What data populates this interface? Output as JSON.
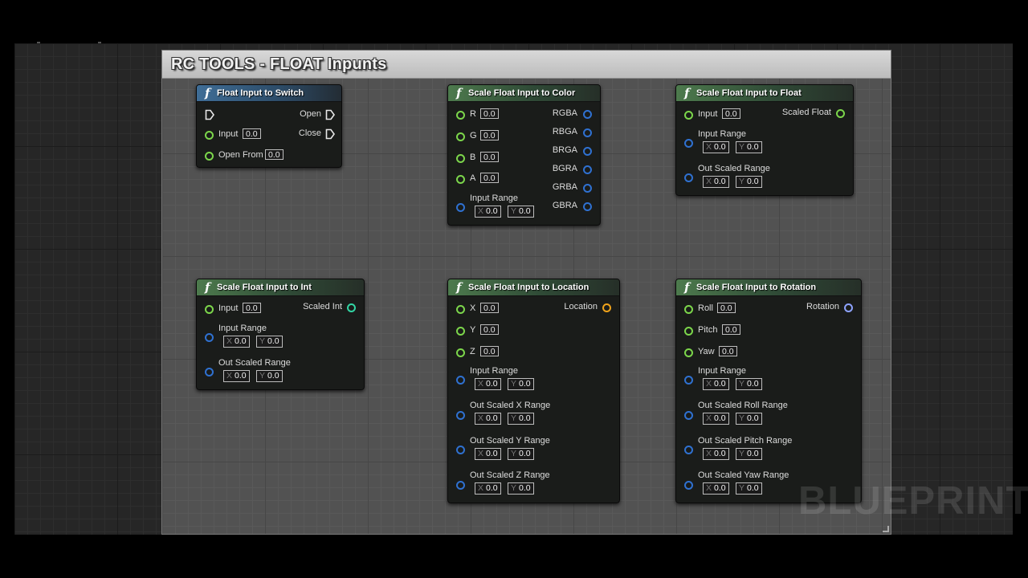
{
  "comment": {
    "title": "RC TOOLS - FLOAT Inpunts"
  },
  "watermark": "BLUEPRINT",
  "colors": {
    "float_pin": "#7cd64b",
    "struct_pin": "#2f71d1",
    "vector_pin": "#f0a31a",
    "int_pin": "#32d6a4",
    "rotator_pin": "#8ea3ff"
  },
  "nodes": {
    "switch": {
      "title": "Float Input to Switch",
      "inputs": {
        "input_label": "Input",
        "input_value": "0.0",
        "open_from_label": "Open From",
        "open_from_value": "0.0"
      },
      "outputs": {
        "open": "Open",
        "close": "Close"
      }
    },
    "color": {
      "title": "Scale Float Input to Color",
      "inputs": [
        {
          "label": "R",
          "value": "0.0"
        },
        {
          "label": "G",
          "value": "0.0"
        },
        {
          "label": "B",
          "value": "0.0"
        },
        {
          "label": "A",
          "value": "0.0"
        }
      ],
      "range": {
        "label": "Input Range",
        "x_axis": "X",
        "x_value": "0.0",
        "y_axis": "Y",
        "y_value": "0.0"
      },
      "outputs": [
        "RGBA",
        "RBGA",
        "BRGA",
        "BGRA",
        "GRBA",
        "GBRA"
      ]
    },
    "float": {
      "title": "Scale Float Input to Float",
      "input_label": "Input",
      "input_value": "0.0",
      "output": "Scaled Float",
      "range": {
        "label": "Input Range",
        "x_axis": "X",
        "x_value": "0.0",
        "y_axis": "Y",
        "y_value": "0.0"
      },
      "out_range": {
        "label": "Out Scaled Range",
        "x_axis": "X",
        "x_value": "0.0",
        "y_axis": "Y",
        "y_value": "0.0"
      }
    },
    "int": {
      "title": "Scale Float Input to Int",
      "input_label": "Input",
      "input_value": "0.0",
      "output": "Scaled Int",
      "range": {
        "label": "Input Range",
        "x_axis": "X",
        "x_value": "0.0",
        "y_axis": "Y",
        "y_value": "0.0"
      },
      "out_range": {
        "label": "Out Scaled Range",
        "x_axis": "X",
        "x_value": "0.0",
        "y_axis": "Y",
        "y_value": "0.0"
      }
    },
    "location": {
      "title": "Scale Float Input to Location",
      "inputs": [
        {
          "label": "X",
          "value": "0.0"
        },
        {
          "label": "Y",
          "value": "0.0"
        },
        {
          "label": "Z",
          "value": "0.0"
        }
      ],
      "output": "Location",
      "ranges": [
        {
          "label": "Input Range",
          "x_axis": "X",
          "x_value": "0.0",
          "y_axis": "Y",
          "y_value": "0.0"
        },
        {
          "label": "Out Scaled X Range",
          "x_axis": "X",
          "x_value": "0.0",
          "y_axis": "Y",
          "y_value": "0.0"
        },
        {
          "label": "Out Scaled Y Range",
          "x_axis": "X",
          "x_value": "0.0",
          "y_axis": "Y",
          "y_value": "0.0"
        },
        {
          "label": "Out Scaled Z Range",
          "x_axis": "X",
          "x_value": "0.0",
          "y_axis": "Y",
          "y_value": "0.0"
        }
      ]
    },
    "rotation": {
      "title": "Scale Float Input to Rotation",
      "inputs": [
        {
          "label": "Roll",
          "value": "0.0"
        },
        {
          "label": "Pitch",
          "value": "0.0"
        },
        {
          "label": "Yaw",
          "value": "0.0"
        }
      ],
      "output": "Rotation",
      "ranges": [
        {
          "label": "Input Range",
          "x_axis": "X",
          "x_value": "0.0",
          "y_axis": "Y",
          "y_value": "0.0"
        },
        {
          "label": "Out Scaled Roll Range",
          "x_axis": "X",
          "x_value": "0.0",
          "y_axis": "Y",
          "y_value": "0.0"
        },
        {
          "label": "Out Scaled Pitch Range",
          "x_axis": "X",
          "x_value": "0.0",
          "y_axis": "Y",
          "y_value": "0.0"
        },
        {
          "label": "Out Scaled Yaw Range",
          "x_axis": "X",
          "x_value": "0.0",
          "y_axis": "Y",
          "y_value": "0.0"
        }
      ]
    }
  }
}
